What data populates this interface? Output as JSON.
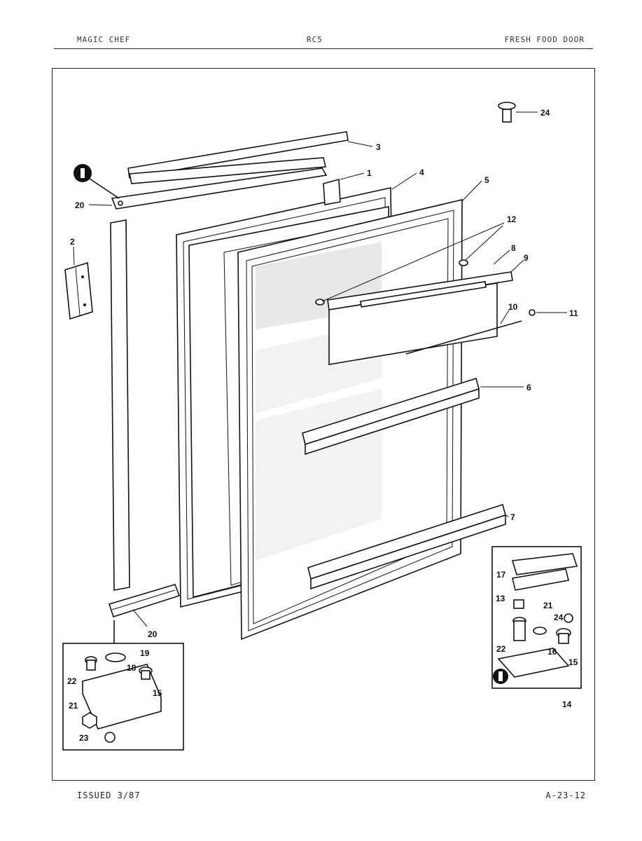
{
  "header": {
    "brand": "MAGIC CHEF",
    "model": "RC5",
    "section": "FRESH FOOD DOOR"
  },
  "footer": {
    "issued": "ISSUED 3/87",
    "code": "A-23-12"
  },
  "callouts": {
    "c1": "1",
    "c2": "2",
    "c3": "3",
    "c4": "4",
    "c5": "5",
    "c6": "6",
    "c7": "7",
    "c8": "8",
    "c9": "9",
    "c10": "10",
    "c11": "11",
    "c12": "12",
    "c13": "13",
    "c14": "14",
    "c15a": "15",
    "c15b": "15",
    "c16": "16",
    "c17": "17",
    "c18": "18",
    "c19": "19",
    "c20a": "20",
    "c20b": "20",
    "c21a": "21",
    "c21b": "21",
    "c22a": "22",
    "c22b": "22",
    "c23": "23",
    "c24a": "24",
    "c24b": "24"
  }
}
